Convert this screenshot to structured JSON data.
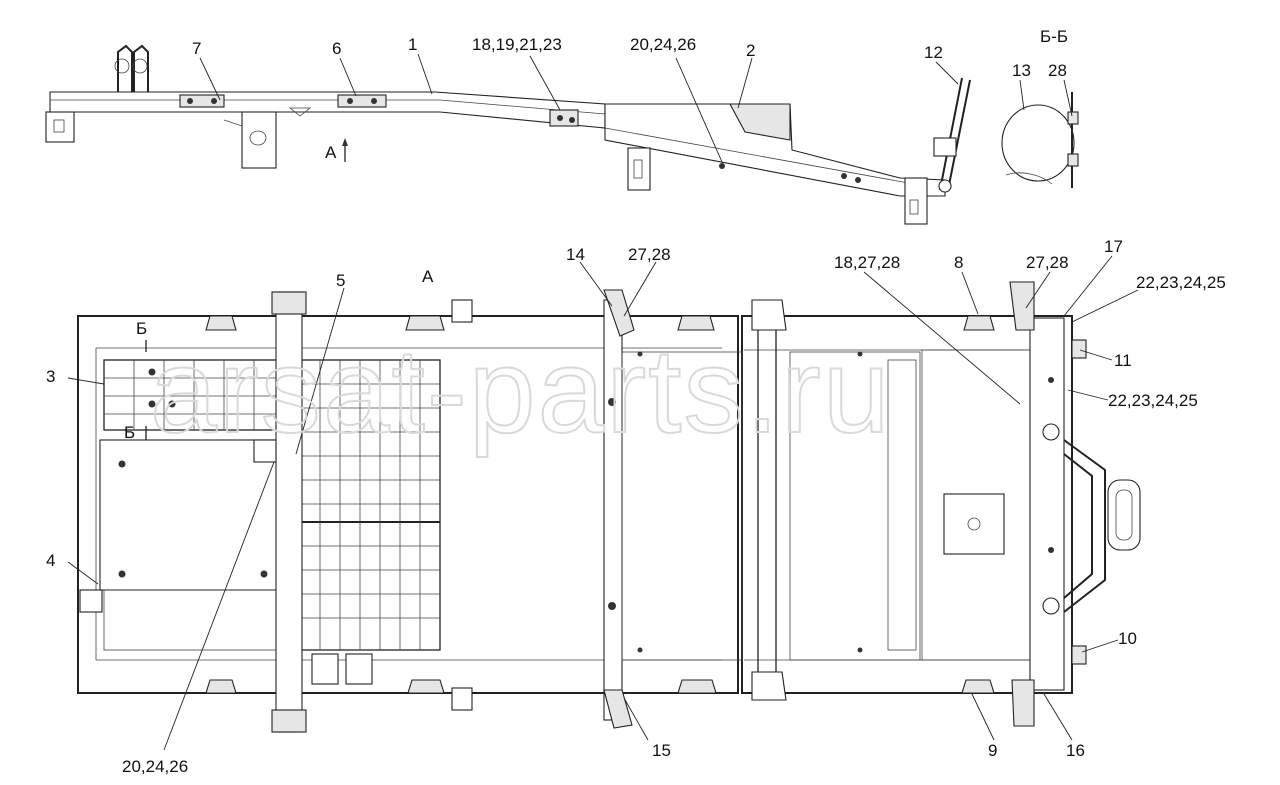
{
  "drawing": {
    "section_label": "Б-Б",
    "view_label": "А",
    "view_arrow_label": "А",
    "section_mark": "Б",
    "watermark": "arsat-parts.ru",
    "callouts": {
      "c1": "1",
      "c2": "2",
      "c3": "3",
      "c4": "4",
      "c5": "5",
      "c6": "6",
      "c7": "7",
      "c8": "8",
      "c9": "9",
      "c10": "10",
      "c11": "11",
      "c12": "12",
      "c13": "13",
      "c14": "14",
      "c15": "15",
      "c16": "16",
      "c17": "17",
      "c28": "28",
      "c18_19_21_23": "18,19,21,23",
      "c20_24_26_top": "20,24,26",
      "c20_24_26_bottom": "20,24,26",
      "c27_28_a": "27,28",
      "c27_28_b": "27,28",
      "c18_27_28": "18,27,28",
      "c22_23_24_25_a": "22,23,24,25",
      "c22_23_24_25_b": "22,23,24,25"
    }
  }
}
